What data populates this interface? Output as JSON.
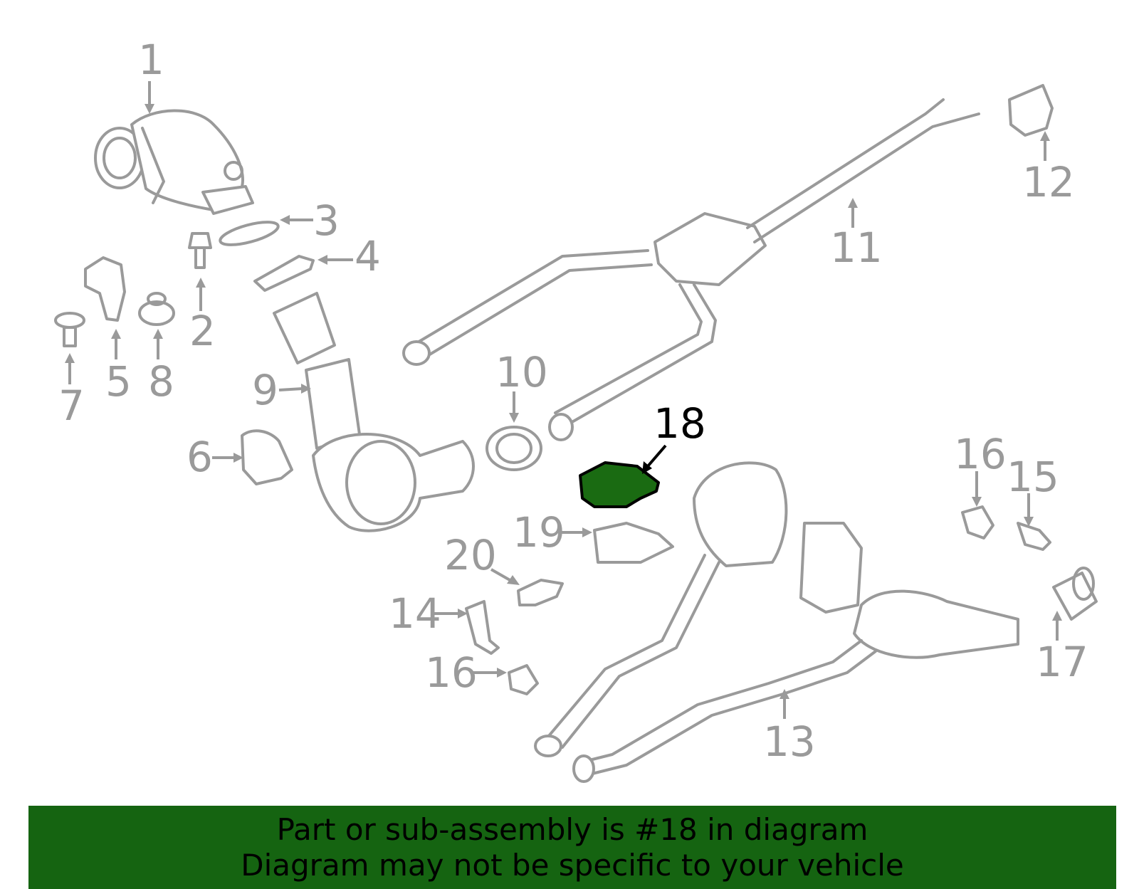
{
  "diagram": {
    "highlighted_part": "18",
    "highlight_color": "#1a6b12",
    "part_color": "#9a9a9a",
    "callouts": [
      "1",
      "2",
      "3",
      "4",
      "5",
      "6",
      "7",
      "8",
      "9",
      "10",
      "11",
      "12",
      "13",
      "14",
      "15",
      "16",
      "16",
      "17",
      "18",
      "19",
      "20"
    ]
  },
  "banner": {
    "line1": "Part or sub-assembly is #18 in diagram",
    "line2": "Diagram may not be specific to your vehicle",
    "background": "#156411"
  }
}
